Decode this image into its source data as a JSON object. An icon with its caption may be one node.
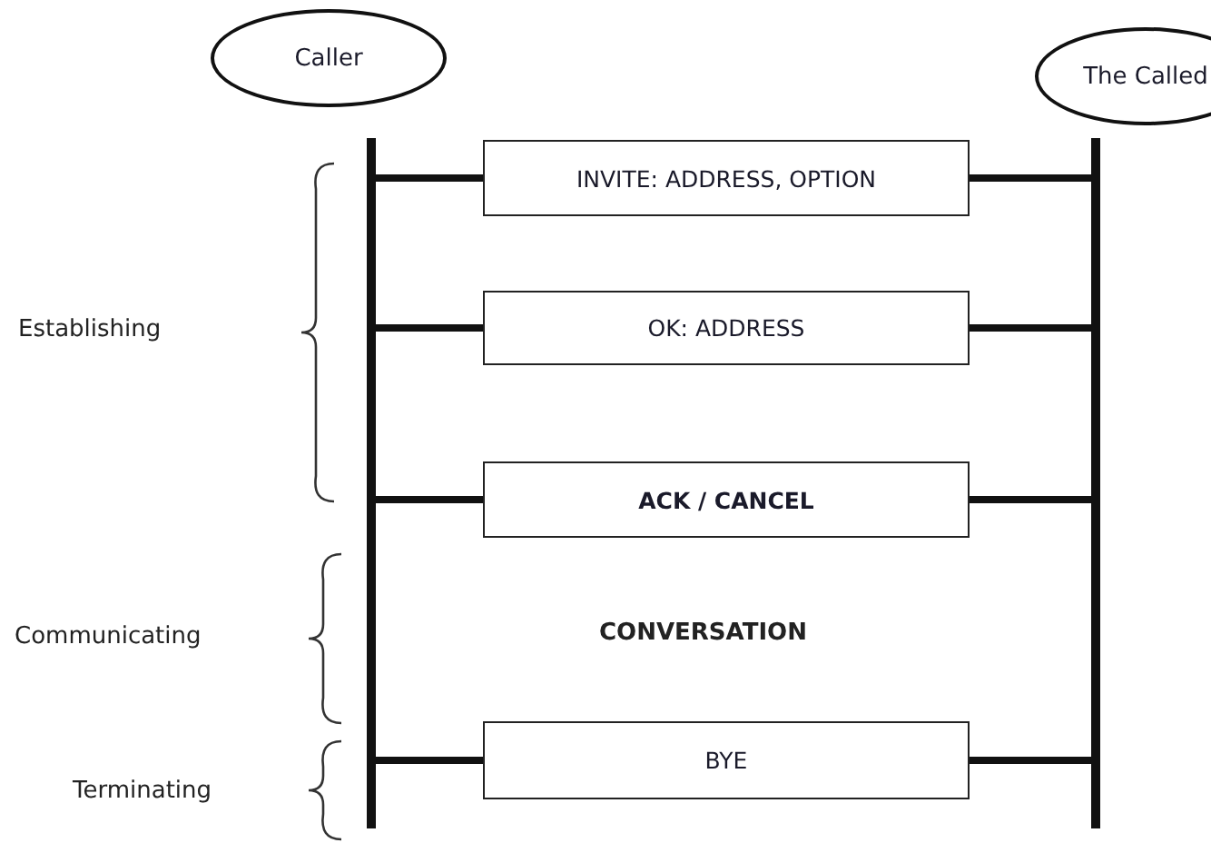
{
  "diagram": {
    "nodes": [
      {
        "text": [
          "Caller"
        ]
      },
      {
        "text": [
          "The Called"
        ]
      },
      {
        "text": [],
        "shape": "bar"
      },
      {
        "text": [],
        "shape": "bar"
      },
      {
        "text": [
          "INVITE: ADDRESS, OPTION"
        ]
      },
      {
        "text": [
          "OK: ADDRESS"
        ]
      },
      {
        "text": [
          "ACK / CANCEL"
        ]
      },
      {
        "text": [
          "BYE"
        ]
      }
    ],
    "edges": [
      {
        "from": 2,
        "to": 4,
        "arrow": "none"
      },
      {
        "from": 4,
        "to": 3,
        "arrow": "none"
      },
      {
        "from": 2,
        "to": 5,
        "arrow": "none"
      },
      {
        "from": 5,
        "to": 3,
        "arrow": "none"
      },
      {
        "from": 2,
        "to": 6,
        "arrow": "none"
      },
      {
        "from": 6,
        "to": 3,
        "arrow": "none"
      },
      {
        "from": 2,
        "to": 7,
        "arrow": "none"
      },
      {
        "from": 7,
        "to": 3,
        "arrow": "none"
      }
    ],
    "labels": [
      "Establishing",
      "Communicating",
      "CONVERSATION",
      "Terminating"
    ]
  }
}
